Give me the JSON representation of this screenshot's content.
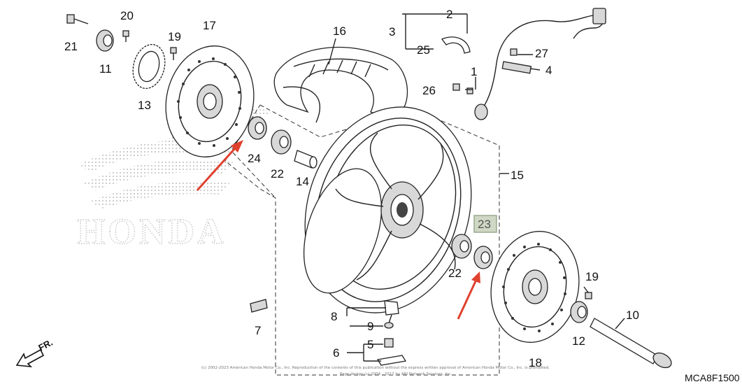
{
  "diagram_code": "MCA8F1500",
  "direction_label": "FR.",
  "brand_watermark": "HONDA",
  "copyright_lines": [
    "(c) 2002-2023 American Honda Motor Co., Inc. Reproduction of the contents of this publication without the express written approval of American Honda Motor Co., Inc. is prohibited.",
    "Page design (c) 2004 - 2017 by ARI Network Services, Inc."
  ],
  "callouts": {
    "n1": "1",
    "n2": "2",
    "n3": "3",
    "n4": "4",
    "n5": "5",
    "n6": "6",
    "n7": "7",
    "n8": "8",
    "n9a": "9",
    "n10": "10",
    "n11": "11",
    "n12": "12",
    "n13": "13",
    "n14": "14",
    "n15": "15",
    "n16": "16",
    "n17": "17",
    "n18": "18",
    "n19a": "19",
    "n19b": "19",
    "n20": "20",
    "n21": "21",
    "n22a": "22",
    "n22b": "22",
    "n23": "23",
    "n24": "24",
    "n25": "25",
    "n26": "26",
    "n27": "27"
  },
  "highlighted_part": "23",
  "colors": {
    "arrow": "#e0412e",
    "highlight_box": "#cfd8c4",
    "highlight_border": "#9aa88e",
    "line": "#222222"
  }
}
